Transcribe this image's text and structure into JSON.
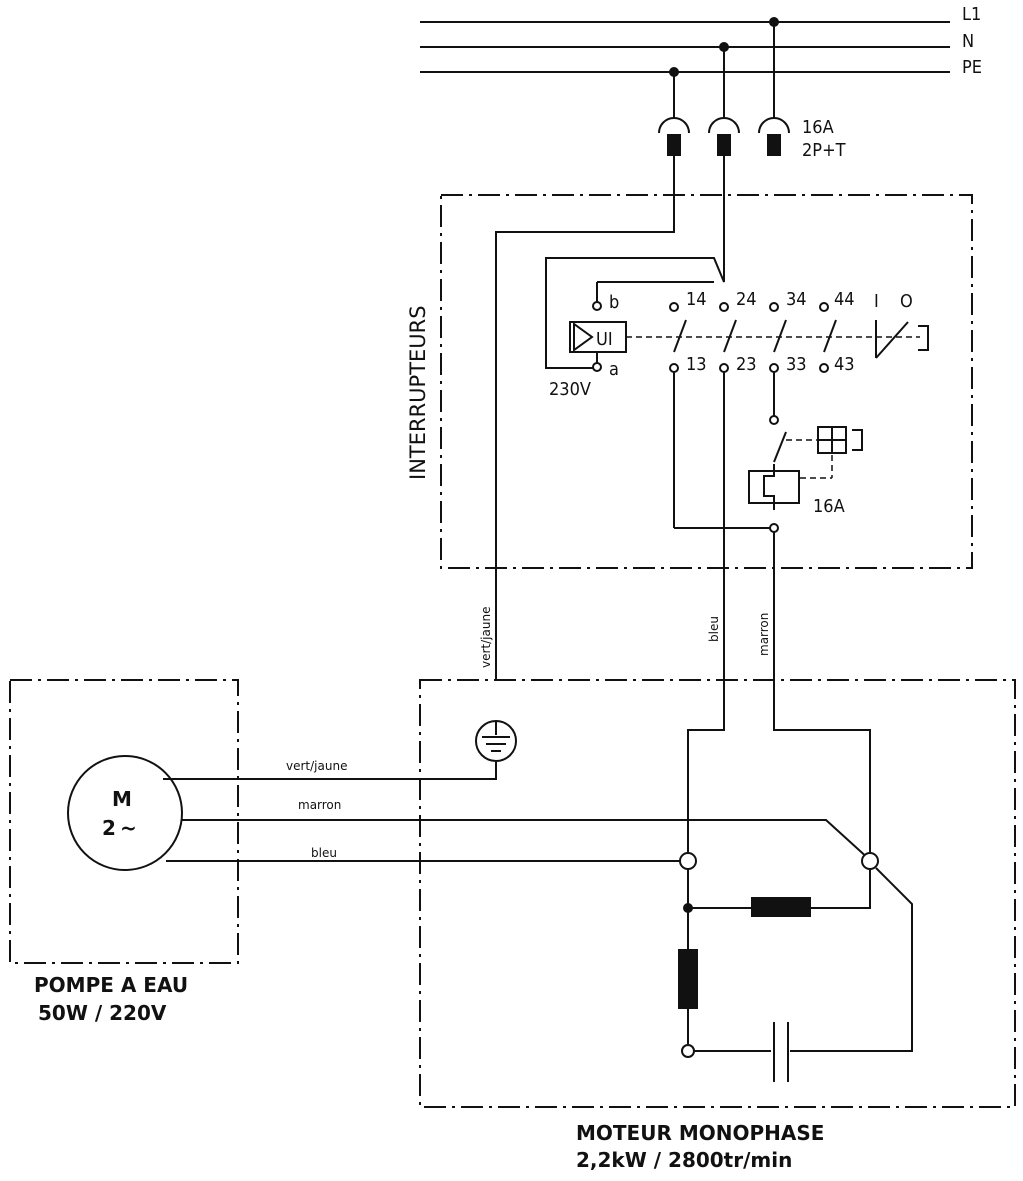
{
  "supply": {
    "l1": "L1",
    "n": "N",
    "pe": "PE"
  },
  "plug": {
    "rating": "16A",
    "type": "2P+T"
  },
  "interrupteurs": {
    "title": "INTERRUPTEURS",
    "coil_top": "b",
    "coil_bottom": "a",
    "coil_symbol": "UI",
    "coil_voltage": "230V",
    "contacts_top": [
      "14",
      "24",
      "34",
      "44"
    ],
    "contacts_bottom": [
      "13",
      "23",
      "33",
      "43"
    ],
    "switch_on": "I",
    "switch_off": "O",
    "thermal_rating": "16A"
  },
  "wires": {
    "pe": "vert/jaune",
    "neutral": "bleu",
    "phase": "marron"
  },
  "pump": {
    "motor_letter": "M",
    "motor_phase": "2",
    "motor_symbol": "~",
    "wire_earth": "vert/jaune",
    "wire_phase": "marron",
    "wire_neutral": "bleu",
    "title_line1": "POMPE A EAU",
    "title_line2": "50W / 220V"
  },
  "motor": {
    "title_line1": "MOTEUR MONOPHASE",
    "title_line2": "2,2kW / 2800tr/min"
  }
}
